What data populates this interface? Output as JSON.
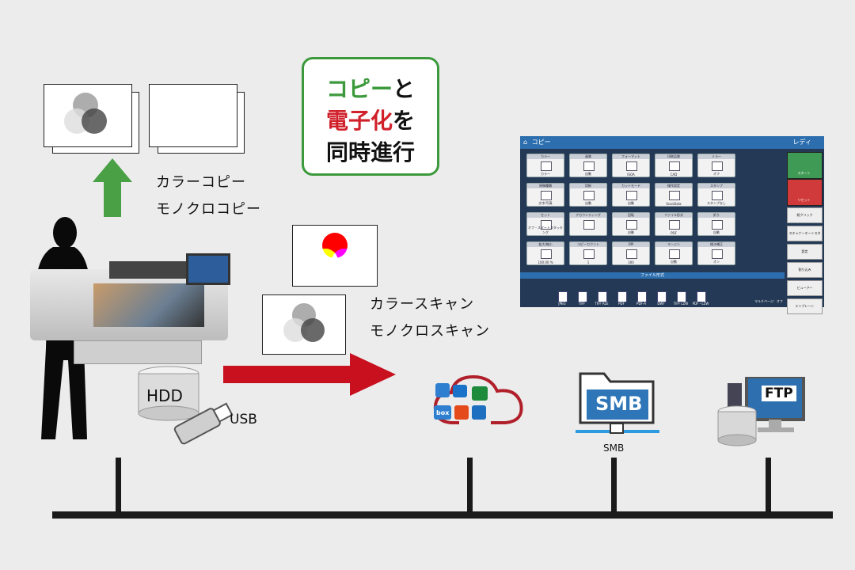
{
  "callout": {
    "line1_a": "コピー",
    "line1_b": "と",
    "line2_a": "電子化",
    "line2_b": "を",
    "line3": "同時進行"
  },
  "copy_caption": [
    "カラーコピー",
    "モノクロコピー"
  ],
  "scan_caption": [
    "カラースキャン",
    "モノクロスキャン"
  ],
  "storage": {
    "hdd": "HDD",
    "usb": "USB"
  },
  "destinations": {
    "smb_folder": "SMB",
    "smb_caption": "SMB",
    "ftp": "FTP"
  },
  "cloud_apps": [
    "box"
  ],
  "panel": {
    "title": "コピー",
    "status": "レディ",
    "tiles": [
      {
        "head": "カラー",
        "foot": "カラー"
      },
      {
        "head": "画質",
        "foot": "自動"
      },
      {
        "head": "フォーマット",
        "foot": "ISOA"
      },
      {
        "head": "印刷品質",
        "foot": "CAD"
      },
      {
        "head": "ミラー",
        "foot": "オフ"
      },
      {
        "head": "原稿種類",
        "foot": "文字/写真"
      },
      {
        "head": "用紙",
        "foot": "自動"
      },
      {
        "head": "カットモード",
        "foot": "自動"
      },
      {
        "head": "操作設定",
        "foot": "ScanData"
      },
      {
        "head": "スタンプ",
        "foot": "スタンプなし"
      },
      {
        "head": "セット",
        "foot": "オフ・スマートスタッキング"
      },
      {
        "head": "アカウンティング",
        "foot": ""
      },
      {
        "head": "回転",
        "foot": "自動"
      },
      {
        "head": "ファイル形式",
        "foot": "PDF"
      },
      {
        "head": "折り",
        "foot": "自動"
      },
      {
        "head": "拡大/縮小",
        "foot": "100.00 %"
      },
      {
        "head": "コピーカウント",
        "foot": "1"
      },
      {
        "head": "DPI",
        "foot": "300"
      },
      {
        "head": "マージン",
        "foot": "自動"
      },
      {
        "head": "傾き補正",
        "foot": "オン"
      }
    ],
    "side_buttons": [
      "スタート",
      "リセット",
      "紙クリック",
      "スキャナーオートスタート",
      "設定",
      "割り込み",
      "ビューアー",
      "テンプレート"
    ],
    "format_bar": "ファイル形式",
    "formats": [
      "JPEG",
      "TIFF",
      "TIFF RLE",
      "PDF",
      "PDF-A",
      "DWF",
      "TIFF LZW",
      "PDF・LZW"
    ],
    "multipage": "マルチページ：オフ"
  }
}
